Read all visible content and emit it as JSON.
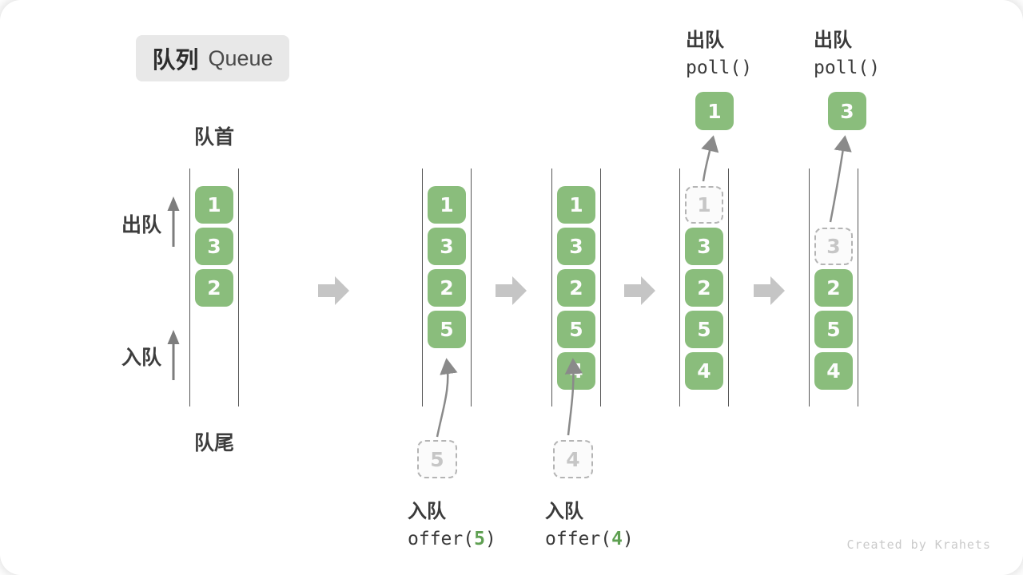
{
  "title": {
    "zh": "队列",
    "en": "Queue"
  },
  "labels": {
    "front": "队首",
    "rear": "队尾",
    "dequeue_side": "出队",
    "enqueue_side": "入队"
  },
  "colors": {
    "box_green": "#8ABD7C",
    "code_green": "#5FA052",
    "block_arrow": "#c5c5c5",
    "thin_arrow": "#7d7d7d",
    "rail_line": "#565656",
    "ghost_border": "#b4b4b4",
    "ghost_text": "#c6c6c6",
    "text": "#3a3a3a",
    "credit": "#cacaca"
  },
  "queues": [
    {
      "cells": [
        "1",
        "3",
        "2"
      ]
    },
    {
      "cells": [
        "1",
        "3",
        "2",
        "5"
      ],
      "incoming": "5"
    },
    {
      "cells": [
        "1",
        "3",
        "2",
        "5",
        "4"
      ],
      "incoming": "4"
    },
    {
      "ghost": "1",
      "cells": [
        "3",
        "2",
        "5",
        "4"
      ],
      "popped": "1"
    },
    {
      "ghost": "3",
      "cells": [
        "2",
        "5",
        "4"
      ],
      "popped": "3"
    }
  ],
  "operations": {
    "enqueue5": {
      "label": "入队",
      "code_pre": "offer(",
      "code_arg": "5",
      "code_post": ")"
    },
    "enqueue4": {
      "label": "入队",
      "code_pre": "offer(",
      "code_arg": "4",
      "code_post": ")"
    },
    "poll1": {
      "label": "出队",
      "code": "poll()"
    },
    "poll2": {
      "label": "出队",
      "code": "poll()"
    }
  },
  "credit": "Created by Krahets"
}
